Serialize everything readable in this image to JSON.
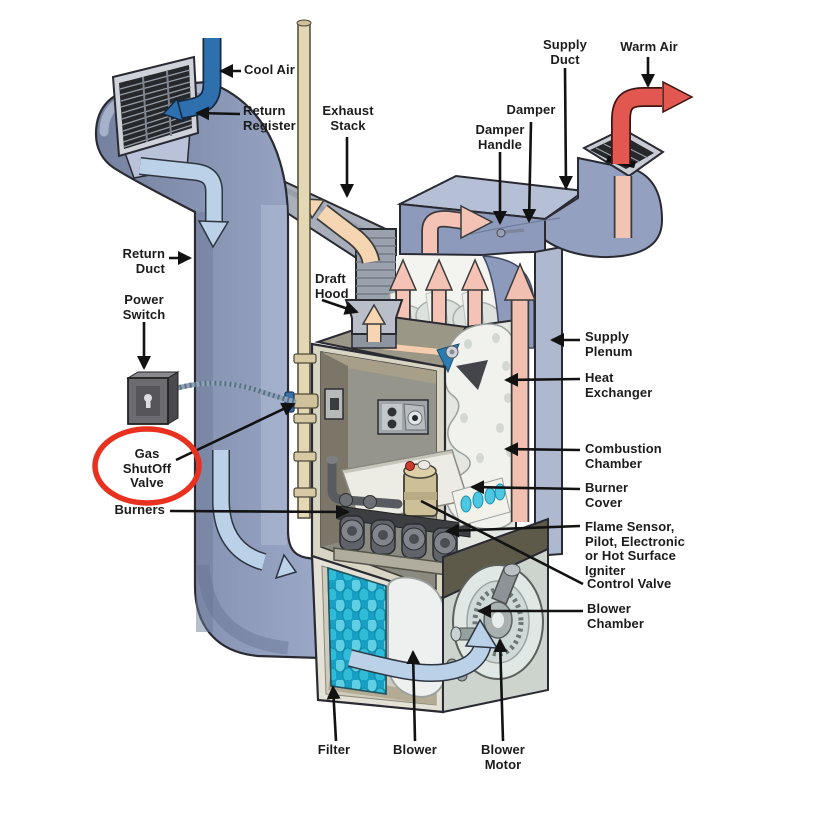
{
  "figure": {
    "type": "furnace-anatomy-diagram",
    "background": "#ffffff"
  },
  "labels": {
    "cool_air": "Cool Air",
    "return_register": "Return\nRegister",
    "exhaust_stack": "Exhaust\nStack",
    "supply_duct": "Supply\nDuct",
    "warm_air": "Warm Air",
    "damper": "Damper",
    "damper_handle": "Damper\nHandle",
    "return_duct": "Return\nDuct",
    "draft_hood": "Draft\nHood",
    "power_switch": "Power\nSwitch",
    "supply_plenum": "Supply\nPlenum",
    "heat_exchanger": "Heat\nExchanger",
    "gas_shutoff_valve": "Gas\nShutOff\nValve",
    "combustion_chamber": "Combustion\nChamber",
    "burner_cover": "Burner\nCover",
    "burners": "Burners",
    "flame_sensor": "Flame Sensor,\nPilot, Electronic\nor Hot Surface\nIgniter",
    "control_valve": "Control Valve",
    "blower_chamber": "Blower\nChamber",
    "filter": "Filter",
    "blower": "Blower",
    "blower_motor": "Blower\nMotor"
  },
  "colors": {
    "highlight_ellipse": "#e8311f",
    "duct_body": "#8d9abb",
    "duct_top_face": "#b5bfd5",
    "cool_air_arrow": "#2e6fae",
    "return_air_arrow": "#bad1e8",
    "warm_air_arrow": "#e25750",
    "supply_air_arrow": "#f5c3b5",
    "exhaust_arrow": "#f6d5b2",
    "filter_media": "#1ba3c6",
    "gas_pipe": "#e3d7b4",
    "cabinet_frame": "#d8d5c5",
    "label_ink": "#1c1c1c"
  },
  "flow_arrows": [
    {
      "name": "cool-air-intake",
      "color": "#2e6fae"
    },
    {
      "name": "return-air-flow",
      "color": "#bad1e8"
    },
    {
      "name": "supply-air-flow",
      "color": "#f5c3b5"
    },
    {
      "name": "exhaust-flow",
      "color": "#f6d5b2"
    },
    {
      "name": "warm-air-out",
      "color": "#e25750"
    }
  ],
  "annotations": {
    "highlight": {
      "shape": "ellipse",
      "target": "gas_shutoff_valve",
      "color": "#e8311f"
    }
  }
}
